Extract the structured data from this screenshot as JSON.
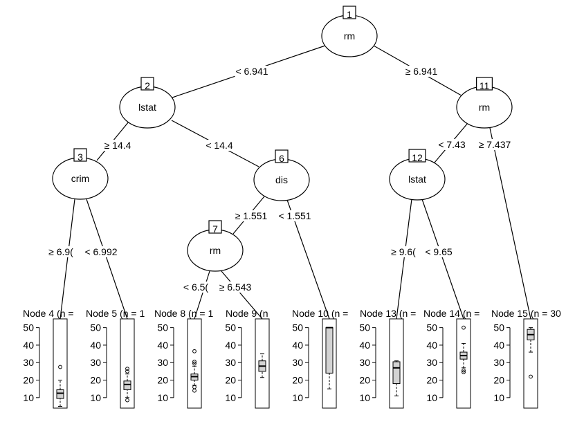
{
  "tree": {
    "nodes": [
      {
        "id": "1",
        "var": "rm"
      },
      {
        "id": "2",
        "var": "lstat"
      },
      {
        "id": "3",
        "var": "crim"
      },
      {
        "id": "6",
        "var": "dis"
      },
      {
        "id": "7",
        "var": "rm"
      },
      {
        "id": "11",
        "var": "rm"
      },
      {
        "id": "12",
        "var": "lstat"
      }
    ],
    "edges": [
      {
        "from": "1",
        "to": "2",
        "label": "< 6.941"
      },
      {
        "from": "1",
        "to": "11",
        "label": "≥ 6.941"
      },
      {
        "from": "2",
        "to": "3",
        "label": "≥ 14.4"
      },
      {
        "from": "2",
        "to": "6",
        "label": "< 14.4"
      },
      {
        "from": "3",
        "to": "4",
        "label": "≥ 6.9("
      },
      {
        "from": "3",
        "to": "5",
        "label": "< 6.992"
      },
      {
        "from": "6",
        "to": "7",
        "label": "≥ 1.551"
      },
      {
        "from": "6",
        "to": "10",
        "label": "< 1.551"
      },
      {
        "from": "7",
        "to": "8",
        "label": "< 6.5("
      },
      {
        "from": "7",
        "to": "9",
        "label": "≥ 6.543"
      },
      {
        "from": "11",
        "to": "12",
        "label": "< 7.43"
      },
      {
        "from": "11",
        "to": "15",
        "label": "≥ 7.437"
      },
      {
        "from": "12",
        "to": "13",
        "label": "≥ 9.6("
      },
      {
        "from": "12",
        "to": "14",
        "label": "< 9.65"
      }
    ],
    "leaves": [
      {
        "id": "4",
        "title": "Node 4 (n = ",
        "box": {
          "min": 5,
          "q1": 9.5,
          "median": 12.5,
          "q3": 14.5,
          "max": 20,
          "outliers": [
            27.5
          ]
        }
      },
      {
        "id": "5",
        "title": "Node 5 (n = 1",
        "box": {
          "min": 10,
          "q1": 14.5,
          "median": 17.5,
          "q3": 19.5,
          "max": 23.5,
          "outliers": [
            8.5,
            26.5,
            25
          ]
        }
      },
      {
        "id": "8",
        "title": "Node 8 (n = 1",
        "box": {
          "min": 17,
          "q1": 20,
          "median": 22,
          "q3": 23.5,
          "max": 28,
          "outliers": [
            36.5,
            30.5,
            29.5,
            16,
            14
          ]
        }
      },
      {
        "id": "9",
        "title": "Node 9 (n",
        "box": {
          "min": 21.5,
          "q1": 25,
          "median": 28,
          "q3": 31,
          "max": 35
        }
      },
      {
        "id": "10",
        "title": "Node 10 (n =",
        "box": {
          "min": 15,
          "q1": 24,
          "median": 50,
          "q3": 50,
          "max": 50
        }
      },
      {
        "id": "13",
        "title": "Node 13 (n =",
        "box": {
          "min": 11,
          "q1": 18,
          "median": 27,
          "q3": 30.5,
          "max": 31
        }
      },
      {
        "id": "14",
        "title": "Node 14 (n =",
        "box": {
          "min": 27,
          "q1": 32,
          "median": 34,
          "q3": 36,
          "max": 41,
          "outliers": [
            50,
            25.5,
            24.5
          ]
        }
      },
      {
        "id": "15",
        "title": "Node 15 (n = 30",
        "box": {
          "min": 36,
          "q1": 43,
          "median": 46,
          "q3": 49,
          "max": 50,
          "outliers": [
            22
          ]
        }
      }
    ],
    "axis": {
      "ylim": [
        4,
        55
      ],
      "ticks": [
        10,
        20,
        30,
        40,
        50
      ]
    }
  }
}
